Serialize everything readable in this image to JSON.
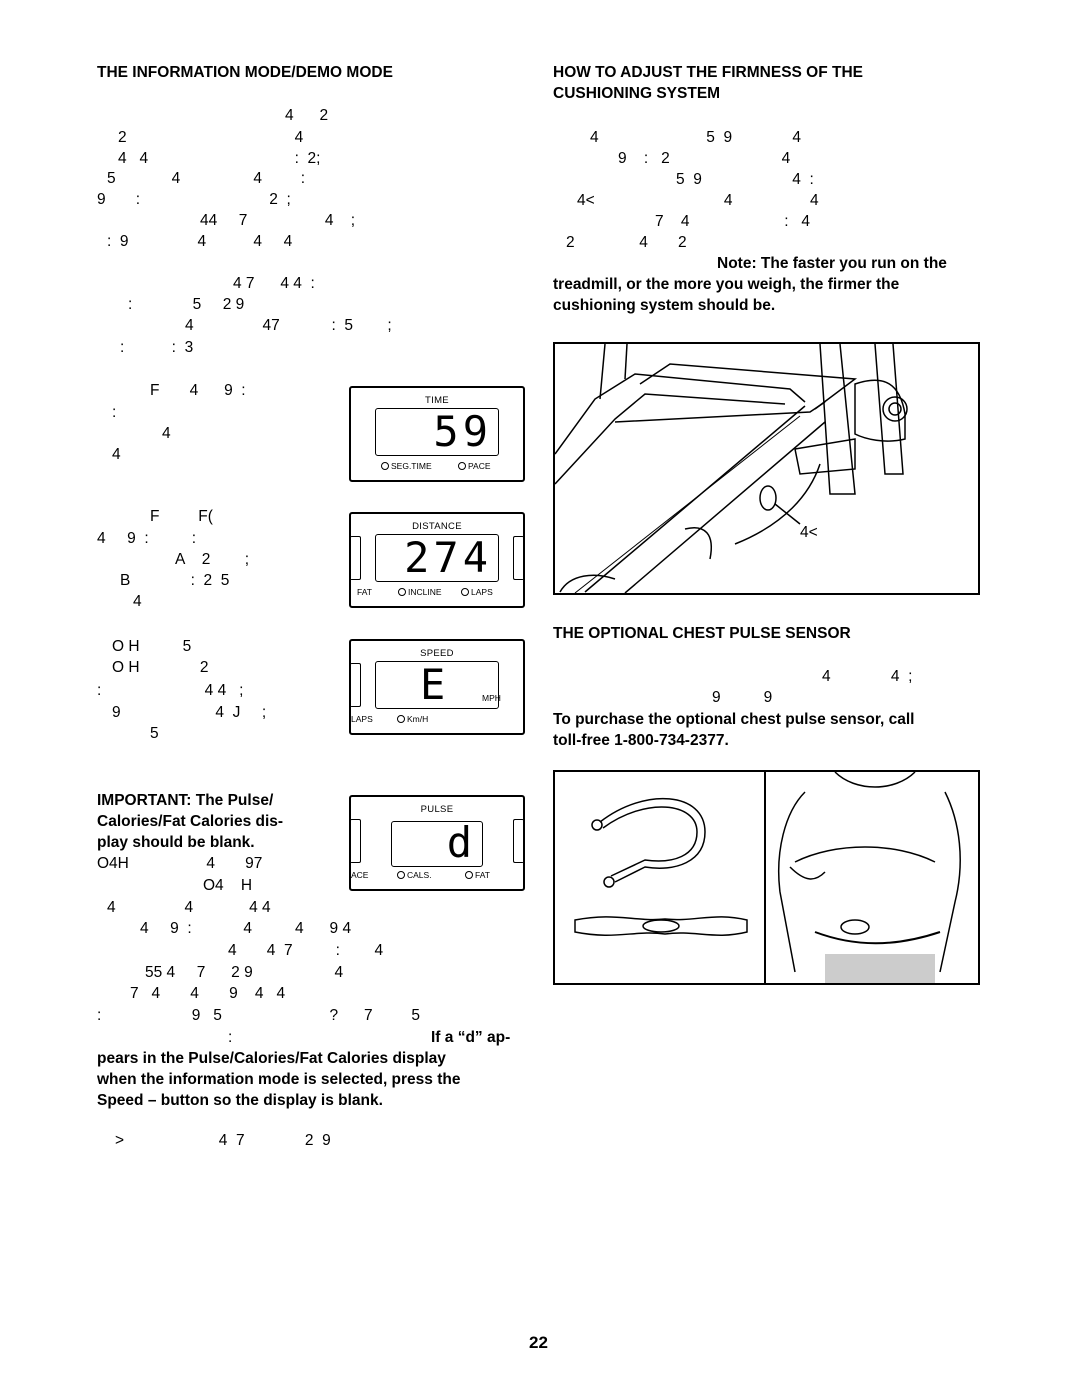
{
  "left": {
    "heading": "THE INFORMATION MODE/DEMO MODE",
    "garbled_lines": [
      "4      2",
      "2                                       4",
      "4   4                                  :  2;",
      "5             4                 4         :",
      "9       :                              2  ;",
      "44     7                  4    ;",
      ":  9                4           4     4",
      "4 7      4 4  :",
      ":              5     2 9",
      "4                47            :  5        ;",
      ":           :  3",
      "F       4      9  :",
      ":",
      "4",
      "4",
      "F         F(",
      "4     9  :          :",
      "A    2        ;",
      "B              :  2  5",
      "4",
      "O H          5",
      "O H              2",
      ":                        4 4   ;",
      "9                      4  J     ;",
      "5",
      "O4H                  4       97",
      "O4    H",
      "4                4             4 4",
      "4     9  :            4          4      9 4",
      "4       4  7          :        4",
      "55 4     7      2 9                   4",
      "7   4       4       9    4   4",
      ":                     9   5                         ?      7         5",
      ":",
      ">                      4  7              2  9"
    ],
    "important": "IMPORTANT: The Pulse/ Calories/Fat Calories dis- play should be blank.",
    "important_lines": [
      "IMPORTANT: The Pulse/",
      "Calories/Fat Calories dis-",
      "play should be blank."
    ],
    "d_note_start": "If a “d” ap-",
    "d_note_lines": [
      "pears in the Pulse/Calories/Fat Calories display",
      "when the information mode is selected, press the",
      "Speed – button so the display is blank."
    ]
  },
  "displays": [
    {
      "label": "TIME",
      "digits": "59",
      "indicators": [
        "SEG.TIME",
        "PACE"
      ],
      "extra_left": "",
      "extra_right": ""
    },
    {
      "label": "DISTANCE",
      "digits": "274",
      "indicators": [
        "INCLINE",
        "LAPS"
      ],
      "extra_left": "FAT",
      "extra_right": ""
    },
    {
      "label": "SPEED",
      "digits": "E",
      "indicators": [
        "Km/H"
      ],
      "extra_left": "LAPS",
      "extra_right": "MPH"
    },
    {
      "label": "PULSE",
      "digits": "d",
      "indicators": [
        "CALS.",
        "FAT"
      ],
      "extra_left": "ACE",
      "extra_right": ""
    }
  ],
  "right": {
    "heading_lines": [
      "HOW TO ADJUST THE FIRMNESS OF THE",
      "CUSHIONING SYSTEM"
    ],
    "garbled_lines": [
      "4                         5  9              4",
      "9    :   2                          4",
      "5  9                     4  :",
      "4<                              4                  4",
      "7    4                      :   4",
      "2               4       2"
    ],
    "note_start": "Note: The faster you run on the",
    "note_lines": [
      "treadmill, or the more you weigh, the firmer the",
      "cushioning system should be."
    ],
    "figure_label": "4<",
    "heading2": "THE OPTIONAL CHEST PULSE SENSOR",
    "garbled_lines2": [
      "4              4  ;",
      "9          9"
    ],
    "purchase_lines": [
      "To purchase the optional chest pulse sensor, call",
      "toll-free 1-800-734-2377."
    ]
  },
  "page_number": "22"
}
